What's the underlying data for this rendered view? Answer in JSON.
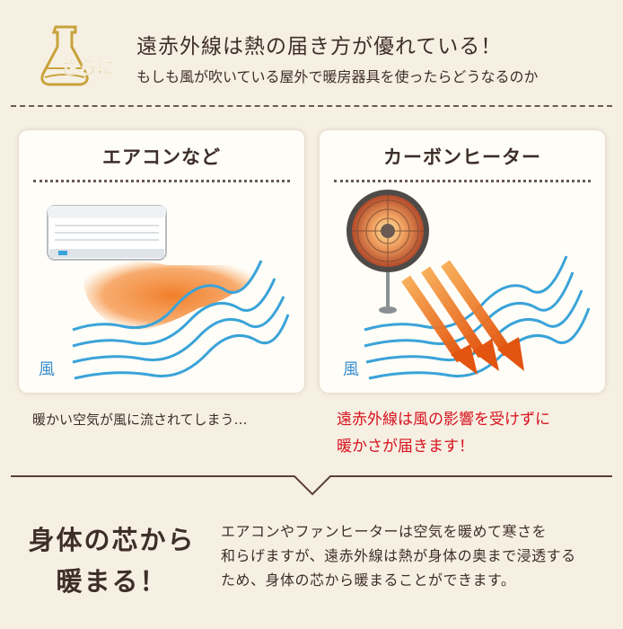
{
  "header": {
    "badge": "さらに",
    "title": "遠赤外線は熱の届き方が優れている！",
    "subtitle": "もしも風が吹いている屋外で暖房器具を使ったらどうなるのか"
  },
  "panels": {
    "left": {
      "title": "エアコンなど",
      "wind_label": "風"
    },
    "right": {
      "title": "カーボンヒーター",
      "wind_label": "風"
    }
  },
  "captions": {
    "left": "暖かい空気が風に流されてしまう…",
    "right_lines": [
      "遠赤外線は風の影響を受けずに",
      "暖かさが届きます！"
    ]
  },
  "conclusion": {
    "title_lines": [
      "身体の芯から",
      "暖まる！"
    ],
    "body_lines": [
      "エアコンやファンヒーターは空気を暖めて寒さを",
      "和らげますが、遠赤外線は熱が身体の奥まで浸透する",
      "ため、身体の芯から暖まることができます。"
    ]
  },
  "colors": {
    "brown": "#3d2e28",
    "accent_gold": "#c8a23c",
    "wind_blue": "#3aa3d9",
    "heat_orange": "#f07820",
    "highlight_red": "#d7121e"
  }
}
